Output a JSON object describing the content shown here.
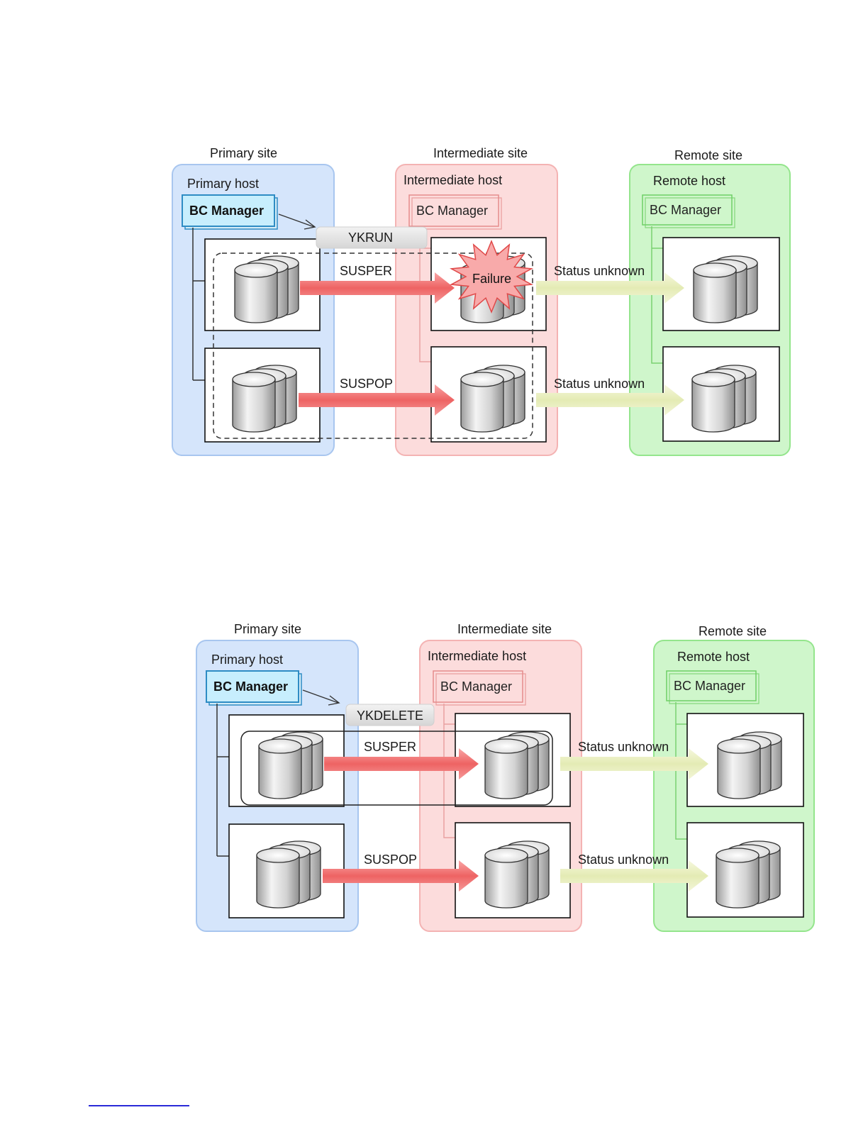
{
  "colors": {
    "primary_fill": "#d5e5fb",
    "primary_stroke": "#a8c6ef",
    "intermediate_fill": "#fcdcdc",
    "intermediate_stroke": "#f4b3b3",
    "remote_fill": "#cff6cb",
    "remote_stroke": "#94e58c",
    "bc_active_fill": "#c7eefd",
    "bc_active_stroke": "#2e8cc4",
    "red_arrow": "#f27474",
    "yellow_arrow": "#eaf0c4",
    "failure_fill": "#f8aaaa",
    "failure_stroke": "#e04848"
  },
  "icons": [
    "storage-cylinder-icon",
    "failure-burst-icon",
    "arrow-icon"
  ],
  "diagrams": [
    {
      "primary_site_label": "Primary site",
      "intermediate_site_label": "Intermediate site",
      "remote_site_label": "Remote site",
      "primary_host_label": "Primary host",
      "intermediate_host_label": "Intermediate host",
      "remote_host_label": "Remote host",
      "primary_bc_label": "BC Manager",
      "intermediate_bc_label": "BC Manager",
      "remote_bc_label": "BC Manager",
      "command_label": "YKRUN",
      "row1_pair_label": "SUSPER",
      "row2_pair_label": "SUSPOP",
      "row1_remote_label": "Status unknown",
      "row2_remote_label": "Status unknown",
      "failure_label": "Failure"
    },
    {
      "primary_site_label": "Primary site",
      "intermediate_site_label": "Intermediate site",
      "remote_site_label": "Remote site",
      "primary_host_label": "Primary host",
      "intermediate_host_label": "Intermediate host",
      "remote_host_label": "Remote host",
      "primary_bc_label": "BC Manager",
      "intermediate_bc_label": "BC Manager",
      "remote_bc_label": "BC Manager",
      "command_label": "YKDELETE",
      "row1_pair_label": "SUSPER",
      "row2_pair_label": "SUSPOP",
      "row1_remote_label": "Status unknown",
      "row2_remote_label": "Status unknown"
    }
  ]
}
